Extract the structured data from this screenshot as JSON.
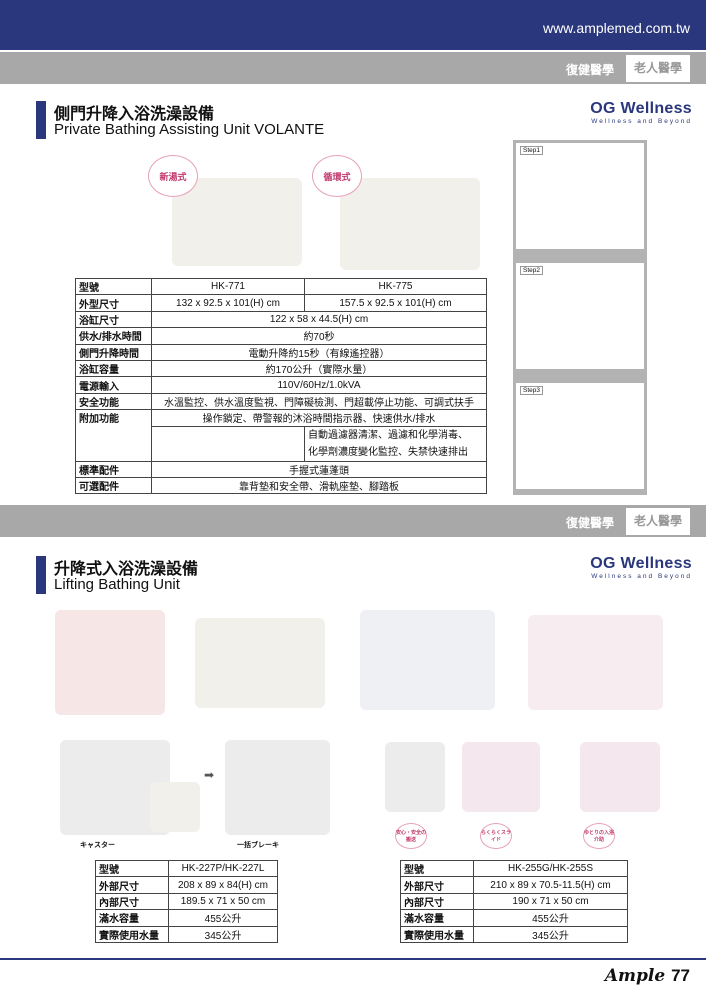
{
  "header": {
    "url": "www.amplemed.com.tw",
    "tabs": [
      "復健醫學",
      "老人醫學"
    ]
  },
  "logo": {
    "name": "OG Wellness",
    "tagline": "Wellness and Beyond"
  },
  "section1": {
    "title_zh": "側門升降入浴洗澡設備",
    "title_en": "Private Bathing Assisting Unit VOLANTE",
    "badges": [
      "新湯式",
      "循環式"
    ],
    "steps": [
      "Step1",
      "Step2",
      "Step3"
    ],
    "table": {
      "model_label": "型號",
      "models": [
        "HK-771",
        "HK-775"
      ],
      "rows": [
        {
          "label": "外型尺寸",
          "a": "132 x 92.5 x 101(H) cm",
          "b": "157.5 x 92.5 x 101(H) cm"
        },
        {
          "label": "浴缸尺寸",
          "v": "122 x 58 x 44.5(H) cm"
        },
        {
          "label": "供水/排水時間",
          "v": "約70秒"
        },
        {
          "label": "側門升降時間",
          "v": "電動升降約15秒（有線遙控器）"
        },
        {
          "label": "浴缸容量",
          "v": "約170公升（實際水量）"
        },
        {
          "label": "電源輸入",
          "v": "110V/60Hz/1.0kVA"
        },
        {
          "label": "安全功能",
          "v": "水溫監控、供水溫度監視、門障礙檢測、門超載停止功能、可調式扶手"
        },
        {
          "label": "附加功能",
          "v": "操作鎖定、帶警報的沐浴時間指示器、快速供水/排水"
        },
        {
          "extra1": "自動過濾器清潔、過濾和化學消毒、",
          "extra2": "化學劑濃度變化監控、失禁快速排出"
        },
        {
          "label": "標準配件",
          "v": "手握式蓮蓬頭"
        },
        {
          "label": "可選配件",
          "v": "靠背墊和安全帶、滑軌座墊、腳踏板"
        }
      ]
    }
  },
  "section2": {
    "title_zh": "升降式入浴洗澡設備",
    "title_en": "Lifting Bathing Unit",
    "captions": [
      "キャスター",
      "一括ブレーキ"
    ],
    "circles": [
      "安心・安全の搬送",
      "らくらくスライド",
      "ゆとりの入浴介助"
    ],
    "table_left": {
      "rows": [
        {
          "label": "型號",
          "v": "HK-227P/HK-227L"
        },
        {
          "label": "外部尺寸",
          "v": "208 x 89 x 84(H) cm"
        },
        {
          "label": "內部尺寸",
          "v": "189.5 x 71 x 50 cm"
        },
        {
          "label": "滿水容量",
          "v": "455公升"
        },
        {
          "label": "實際使用水量",
          "v": "345公升"
        }
      ]
    },
    "table_right": {
      "rows": [
        {
          "label": "型號",
          "v": "HK-255G/HK-255S"
        },
        {
          "label": "外部尺寸",
          "v": "210 x 89 x 70.5-11.5(H) cm"
        },
        {
          "label": "內部尺寸",
          "v": "190 x 71 x 50 cm"
        },
        {
          "label": "滿水容量",
          "v": "455公升"
        },
        {
          "label": "實際使用水量",
          "v": "345公升"
        }
      ]
    }
  },
  "footer": {
    "brand": "Ample",
    "page": "77"
  },
  "colors": {
    "navy": "#2a377c",
    "gray": "#a8a8a8",
    "pink": "#c0386c"
  }
}
